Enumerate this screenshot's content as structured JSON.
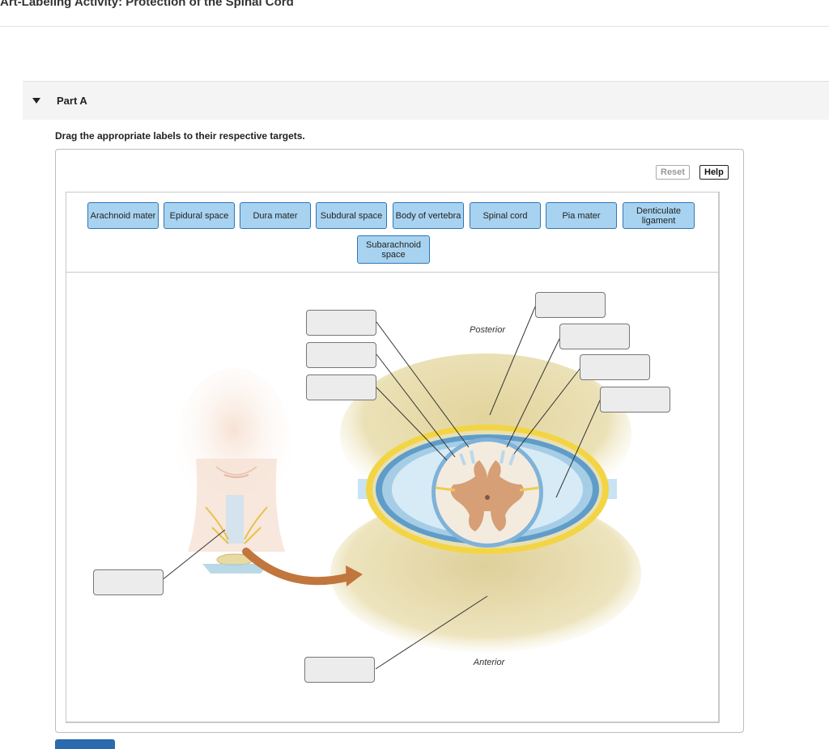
{
  "page": {
    "title": "Art-Labeling Activity: Protection of the Spinal Cord"
  },
  "part": {
    "title": "Part A",
    "instruction": "Drag the appropriate labels to their respective targets."
  },
  "toolbar": {
    "reset_label": "Reset",
    "help_label": "Help"
  },
  "labels": [
    "Arachnoid mater",
    "Epidural space",
    "Dura mater",
    "Subdural space",
    "Body of vertebra",
    "Spinal cord",
    "Pia mater",
    "Denticulate ligament",
    "Subarachnoid space"
  ],
  "diagram": {
    "posterior_label": "Posterior",
    "anterior_label": "Anterior"
  },
  "colors": {
    "label_fill": "#a8d3f0",
    "label_border": "#2f76b8",
    "target_fill": "#ececec",
    "bone": "#e9dfb4",
    "meninges_blue": "#7fb2d8",
    "fat_yellow": "#f2d23c",
    "cord": "#f4ebdf",
    "gray_matter": "#d9a37a",
    "arrow": "#c1763d"
  },
  "targets_count": 9
}
